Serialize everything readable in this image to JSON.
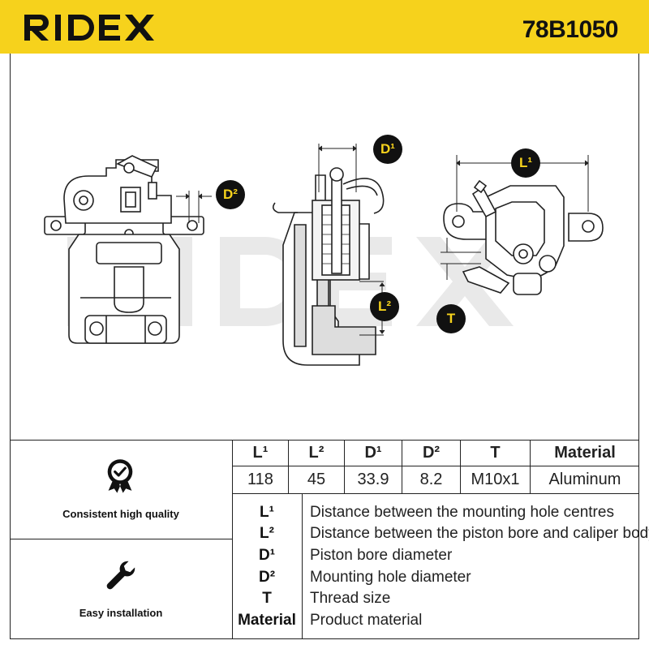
{
  "header": {
    "brand": "RIDEX",
    "part_number": "78B1050",
    "brand_color": "#f6d21c"
  },
  "drawing": {
    "watermark": "RIDEX",
    "callouts": {
      "d2": "D²",
      "d1": "D¹",
      "l2": "L²",
      "l1": "L¹",
      "t": "T"
    }
  },
  "specs": {
    "headers": [
      "L¹",
      "L²",
      "D¹",
      "D²",
      "T",
      "Material"
    ],
    "values": [
      "118",
      "45",
      "33.9",
      "8.2",
      "M10x1",
      "Aluminum"
    ]
  },
  "features": [
    {
      "label": "Consistent high quality",
      "icon": "quality-badge-icon"
    },
    {
      "label": "Easy installation",
      "icon": "wrench-icon"
    }
  ],
  "legend": [
    {
      "symbol": "L¹",
      "description": "Distance between the mounting hole centres"
    },
    {
      "symbol": "L²",
      "description": "Distance between the piston bore and caliper body"
    },
    {
      "symbol": "D¹",
      "description": "Piston bore diameter"
    },
    {
      "symbol": "D²",
      "description": "Mounting hole diameter"
    },
    {
      "symbol": "T",
      "description": "Thread size"
    },
    {
      "symbol": "Material",
      "description": "Product material"
    }
  ]
}
